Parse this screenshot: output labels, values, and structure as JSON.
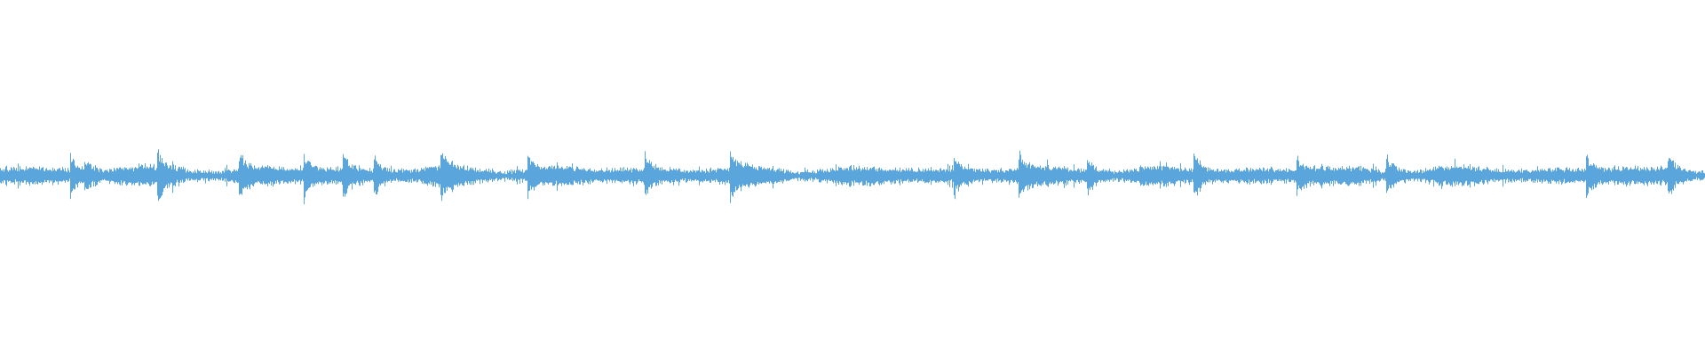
{
  "waveform": {
    "color": "#5aa5dc",
    "background": "#ffffff",
    "transient_peaks": [
      0.041,
      0.049,
      0.092,
      0.14,
      0.178,
      0.201,
      0.219,
      0.258,
      0.309,
      0.378,
      0.428,
      0.559,
      0.597,
      0.637,
      0.7,
      0.76,
      0.813,
      0.93,
      0.978
    ]
  }
}
